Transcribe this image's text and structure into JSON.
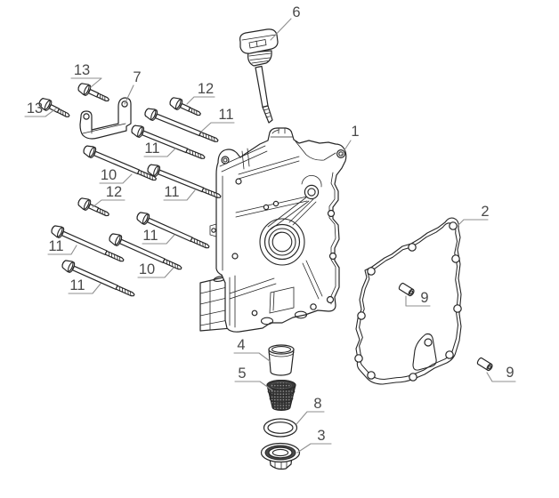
{
  "parts": {
    "p1": {
      "label": "1"
    },
    "p2": {
      "label": "2"
    },
    "p3": {
      "label": "3"
    },
    "p4": {
      "label": "4"
    },
    "p5": {
      "label": "5"
    },
    "p6": {
      "label": "6"
    },
    "p7": {
      "label": "7"
    },
    "p8": {
      "label": "8"
    },
    "p9": {
      "label": "9"
    },
    "p10": {
      "label": "10"
    },
    "p11": {
      "label": "11"
    },
    "p12": {
      "label": "12"
    },
    "p13": {
      "label": "13"
    }
  },
  "colors": {
    "background": "#ffffff",
    "line_art": "#262626",
    "label_text": "#4a4a4a",
    "leader_line": "#8f8f8f",
    "strainer_mesh_dark": "#333333"
  }
}
